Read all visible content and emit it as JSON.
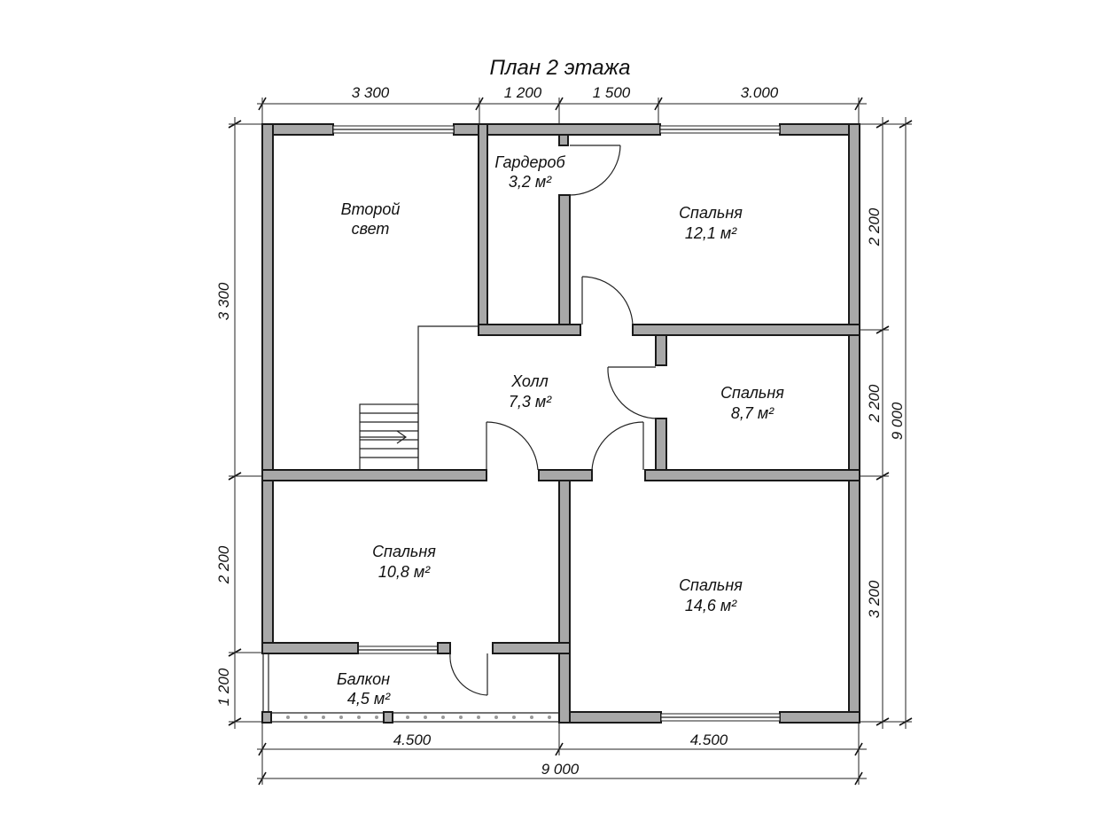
{
  "title": "План 2 этажа",
  "dimensions": {
    "top": [
      "3 300",
      "1 200",
      "1 500",
      "3.000"
    ],
    "bottom": [
      "4.500",
      "4.500"
    ],
    "bottom_total": "9 000",
    "left": [
      "3 300",
      "2 200",
      "1 200"
    ],
    "right": [
      "2 200",
      "2 200",
      "3 200"
    ],
    "right_total": "9 000"
  },
  "rooms": {
    "second_light": {
      "name_line1": "Второй",
      "name_line2": "свет"
    },
    "bathroom": {
      "name": "Гардероб",
      "area": "3,2 м²"
    },
    "bedroom_top_right": {
      "name": "Спальня",
      "area": "12,1 м²"
    },
    "hall": {
      "name": "Холл",
      "area": "7,3 м²"
    },
    "bedroom_middle_right": {
      "name": "Спальня",
      "area": "8,7 м²"
    },
    "bedroom_bottom_left": {
      "name": "Спальня",
      "area": "10,8 м²"
    },
    "bedroom_bottom_right": {
      "name": "Спальня",
      "area": "14,6 м²"
    },
    "balcony": {
      "name": "Балкон",
      "area": "4,5 м²"
    }
  }
}
